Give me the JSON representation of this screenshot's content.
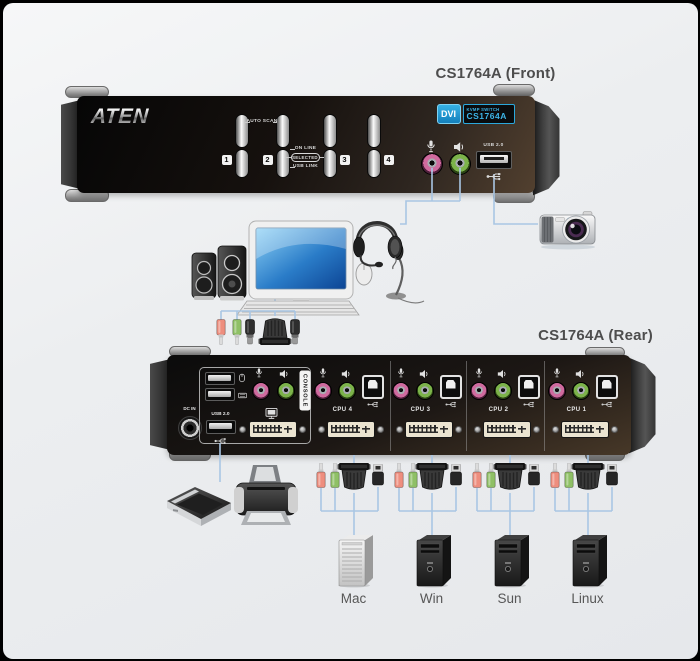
{
  "front": {
    "title": "CS1764A (Front)",
    "logo": "ATEN",
    "badge": {
      "dvi": "DVI",
      "line1": "KVMP SWITCH",
      "line2": "CS1764A"
    },
    "ports": [
      {
        "number": "1"
      },
      {
        "number": "2"
      },
      {
        "number": "3"
      },
      {
        "number": "4"
      }
    ],
    "labels": {
      "auto_scan": "AUTO SCAN",
      "on_line": "ON LINE",
      "selected": "SELECTED",
      "usb_link": "USB LINK",
      "usb": "USB 2.0"
    }
  },
  "rear": {
    "title": "CS1764A (Rear)",
    "labels": {
      "console": "CONSOLE",
      "usb": "USB 2.0",
      "power": "DC IN"
    },
    "cpu_ports": [
      {
        "label": "CPU 4"
      },
      {
        "label": "CPU 3"
      },
      {
        "label": "CPU 2"
      },
      {
        "label": "CPU 1"
      }
    ]
  },
  "computers": [
    {
      "label": "Mac"
    },
    {
      "label": "Win"
    },
    {
      "label": "Sun"
    },
    {
      "label": "Linux"
    }
  ],
  "colors": {
    "frame": "#000000",
    "background": "#e9ebee",
    "device_black": "#1a1410",
    "connection_line": "#a9c6e4",
    "badge_blue": "#1e9cd7",
    "mic_pink": "#cf6a9e",
    "audio_green": "#7cb34a",
    "plug_pink": "#ee8e7e",
    "plug_green": "#8fc066",
    "title_text": "#4d4d4d"
  },
  "icons": {
    "aten-logo": "silver wordmark",
    "mic-icon": "microphone glyph",
    "speaker-icon": "speaker glyph",
    "usb-trident-icon": "usb trident glyph",
    "monitor-icon": "monitor glyph",
    "mouse-icon": "mouse glyph",
    "keyboard-icon": "keyboard glyph",
    "power-jack": "dc power socket",
    "audio-jack": "3.5mm jack",
    "usb-a-port": "usb type-a port",
    "usb-b-port": "usb type-b port",
    "dvi-port": "dvi-i connector",
    "audio-plug": "3.5mm plug",
    "dvi-plug": "dvi cable plug",
    "usb-plug": "usb cable plug",
    "round-plug": "round cable plug",
    "headset": "stereo headset",
    "camera": "digital camera",
    "desktop-computer": "monitor, keyboard, speakers, mouse",
    "desk-microphone": "desktop microphone",
    "scanner": "flatbed scanner",
    "printer": "inkjet printer",
    "tower-computer": "tower pc"
  }
}
